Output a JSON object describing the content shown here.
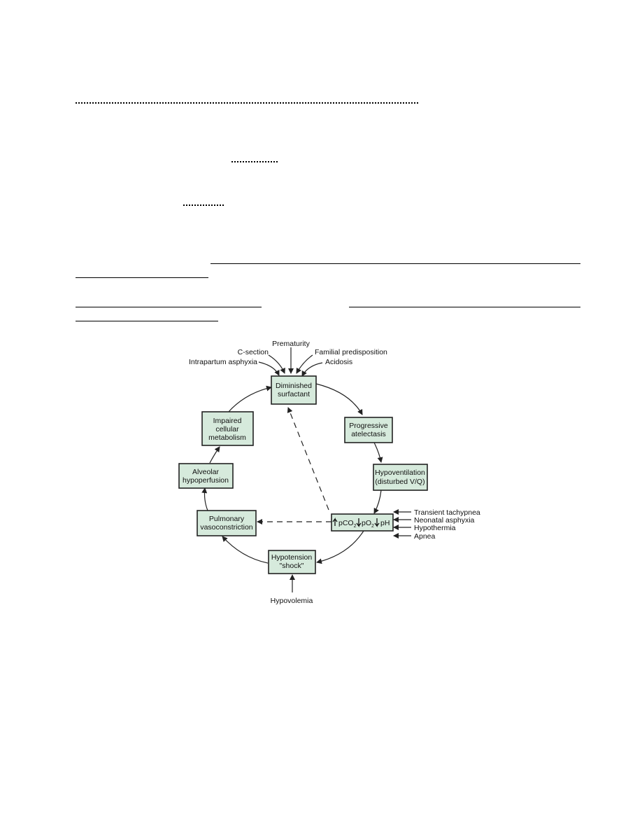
{
  "diagram": {
    "boxes": {
      "diminished": [
        "Diminished",
        "surfactant"
      ],
      "atelectasis": [
        "Progressive",
        "atelectasis"
      ],
      "hypoventilation": [
        "Hypoventilation",
        "(disturbed V/Q)"
      ],
      "gases": {
        "pco2": "pCO",
        "sub2a": "2",
        "po2": "pO",
        "sub2b": "2",
        "ph": "pH"
      },
      "hypotension": [
        "Hypotension",
        "\"shock\""
      ],
      "vasoconstriction": [
        "Pulmonary",
        "vasoconstriction"
      ],
      "hypoperfusion": [
        "Alveolar",
        "hypoperfusion"
      ],
      "metabolism": [
        "Impaired",
        "cellular",
        "metabolism"
      ]
    },
    "surfactant_causes": {
      "prematurity": "Prematurity",
      "csection": "C-section",
      "familial": "Familial predisposition",
      "intrapartum": "Intrapartum asphyxia",
      "acidosis": "Acidosis"
    },
    "gas_causes": [
      "Transient tachypnea",
      "Neonatal asphyxia",
      "Hypothermia",
      "Apnea"
    ],
    "hypovolemia": "Hypovolemia"
  }
}
